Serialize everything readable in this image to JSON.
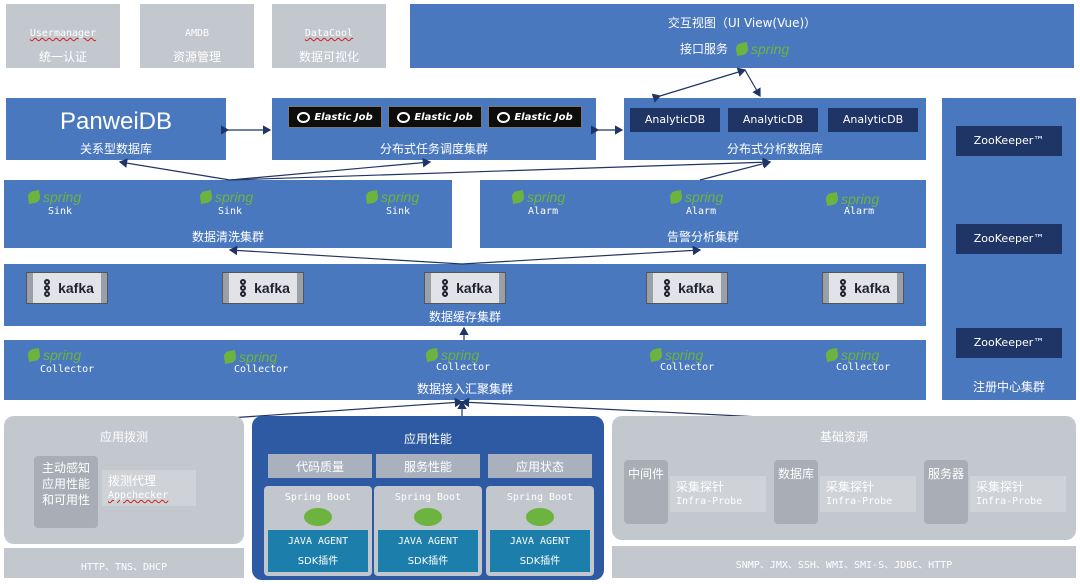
{
  "top_gray": [
    {
      "line1": "Usermanager",
      "line2": "统一认证"
    },
    {
      "line1": "AMDB",
      "line2": "资源管理"
    },
    {
      "line1": "DataCool",
      "line2": "数据可视化"
    }
  ],
  "ui": {
    "title": "交互视图（UI View(Vue)）",
    "sub": "接口服务",
    "spring": "spring"
  },
  "panweidb": {
    "name": "PanweiDB",
    "sub": "关系型数据库"
  },
  "elastic": {
    "label": "Elastic Job",
    "sub": "分布式任务调度集群"
  },
  "analytic": {
    "label": "AnalyticDB",
    "sub": "分布式分析数据库"
  },
  "sink": {
    "label": "Sink",
    "sub": "数据清洗集群"
  },
  "alarm": {
    "label": "Alarm",
    "sub": "告警分析集群"
  },
  "kafka": {
    "label": "kafka",
    "sub": "数据缓存集群"
  },
  "collector": {
    "label": "Collector",
    "sub": "数据接入汇聚集群"
  },
  "zookeeper": {
    "label": "ZooKeeper™",
    "sub": "注册中心集群"
  },
  "probe": {
    "title": "应用拨测",
    "left": "主动感知应用性能和可用性",
    "agent_l1": "拨测代理",
    "agent_l2": "Appchecker",
    "footer": "HTTP、TNS、DHCP"
  },
  "perf": {
    "title": "应用性能",
    "cols": [
      "代码质量",
      "服务性能",
      "应用状态"
    ],
    "boot": "Spring Boot",
    "agent_l1": "JAVA AGENT",
    "agent_l2": "SDK插件"
  },
  "infra": {
    "title": "基础资源",
    "items": [
      {
        "side": "中间件",
        "l1": "采集探针",
        "l2": "Infra-Probe"
      },
      {
        "side": "数据库",
        "l1": "采集探针",
        "l2": "Infra-Probe"
      },
      {
        "side": "服务器",
        "l1": "采集探针",
        "l2": "Infra-Probe"
      }
    ],
    "footer": "SNMP、JMX、SSH、WMI、SMI-S、JDBC、HTTP"
  },
  "colors": {
    "blue": "#4a78bf",
    "gray": "#c3c7ce",
    "navy": "#1f3566",
    "spring_green": "#6db33f",
    "teal": "#1c7eaa",
    "perf_bg": "#2e5aa4"
  }
}
